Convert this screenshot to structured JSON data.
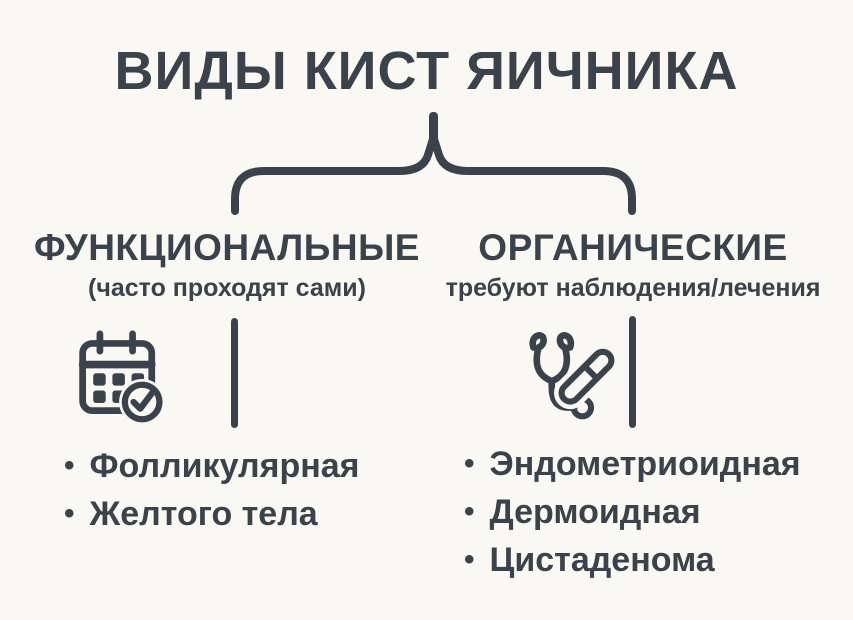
{
  "title": "ВИДЫ КИСТ ЯИЧНИКА",
  "bullet_glyph": "•",
  "colors": {
    "ink": "#3a424b",
    "background": "#faf8f2"
  },
  "branches": {
    "left": {
      "heading": "ФУНКЦИОНАЛЬНЫЕ",
      "subheading": "(часто проходят сами)",
      "icon": "calendar-check-icon",
      "items": [
        "Фолликулярная",
        "Желтого тела"
      ]
    },
    "right": {
      "heading": "ОРГАНИЧЕСКИЕ",
      "subheading": "требуют наблюдения/лечения",
      "icon": "stethoscope-scalpel-icon",
      "items": [
        "Эндометриоидная",
        "Дермоидная",
        "Цистаденома"
      ]
    }
  }
}
